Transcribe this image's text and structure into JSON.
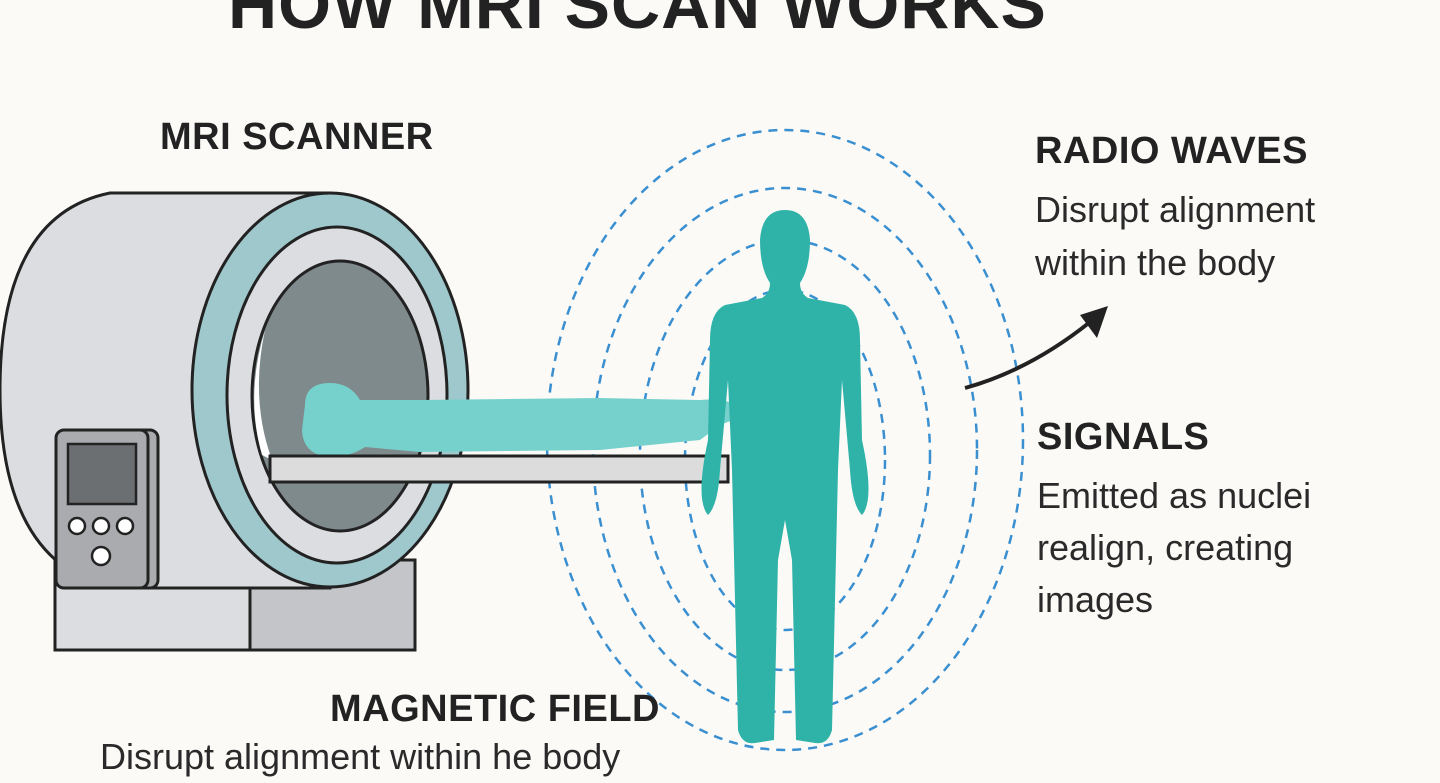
{
  "title": "HOW MRI SCAN WORKS",
  "scanner_label": "MRI SCANNER",
  "radio_waves": {
    "heading": "RADIO WAVES",
    "lines": [
      "Disrupt alignment",
      "within the body"
    ]
  },
  "signals": {
    "heading": "SIGNALS",
    "lines": [
      "Emitted as nuclei",
      "realign, creating",
      "images"
    ]
  },
  "magnetic_field": {
    "heading": "MAGNETIC FIELD",
    "text": "Disrupt alignment within he body"
  },
  "colors": {
    "teal": "#2fb3a8",
    "light_teal": "#76d1cc",
    "ring": "#9fc8cc",
    "field_lines": "#3a8fd0",
    "scanner_body": "#dcdde0"
  }
}
